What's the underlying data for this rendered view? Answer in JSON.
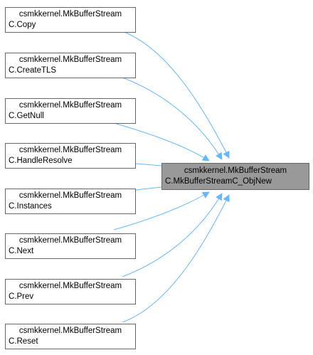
{
  "graph": {
    "target": {
      "line1": "csmkkernel.MkBufferStream",
      "line2": "C.MkBufferStreamC_ObjNew"
    },
    "callers": [
      {
        "line1": "csmkkernel.MkBufferStream",
        "line2": "C.Copy"
      },
      {
        "line1": "csmkkernel.MkBufferStream",
        "line2": "C.CreateTLS"
      },
      {
        "line1": "csmkkernel.MkBufferStream",
        "line2": "C.GetNull"
      },
      {
        "line1": "csmkkernel.MkBufferStream",
        "line2": "C.HandleResolve"
      },
      {
        "line1": "csmkkernel.MkBufferStream",
        "line2": "C.Instances"
      },
      {
        "line1": "csmkkernel.MkBufferStream",
        "line2": "C.Next"
      },
      {
        "line1": "csmkkernel.MkBufferStream",
        "line2": "C.Prev"
      },
      {
        "line1": "csmkkernel.MkBufferStream",
        "line2": "C.Reset"
      }
    ],
    "colors": {
      "edge": "#63b8ff",
      "node_border": "#666666",
      "target_fill": "#999999"
    }
  }
}
